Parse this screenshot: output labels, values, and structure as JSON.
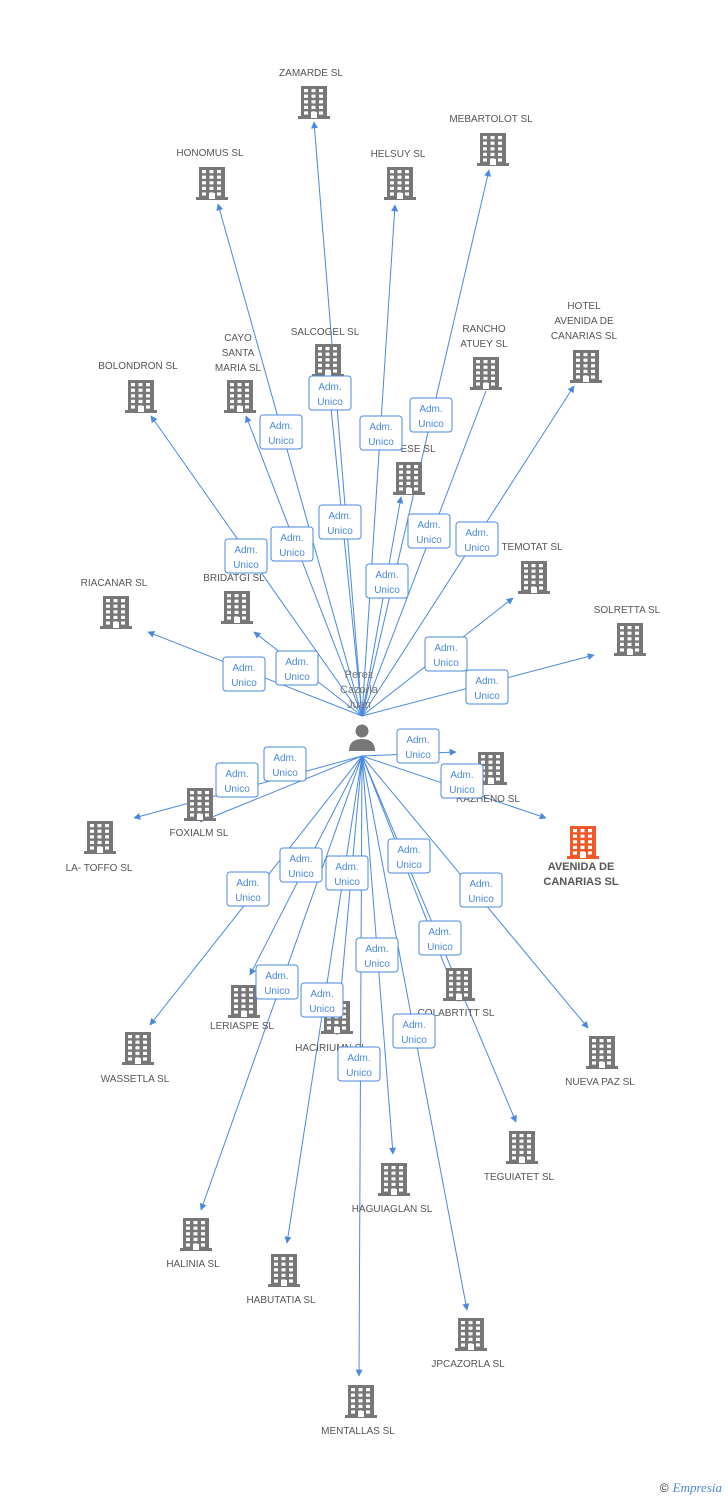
{
  "center": {
    "lines": [
      "Perez",
      "Cazorla",
      "Juan"
    ]
  },
  "relation": {
    "line1": "Adm.",
    "line2": "Unico"
  },
  "colors": {
    "edge": "#4a89dc",
    "building": "#777777",
    "highlight": "#f05a28"
  },
  "companies": [
    {
      "lines": [
        "ZAMARDE SL"
      ]
    },
    {
      "lines": [
        "MEBARTOLOT SL"
      ]
    },
    {
      "lines": [
        "HONOMUS SL"
      ]
    },
    {
      "lines": [
        "HELSUY SL"
      ]
    },
    {
      "lines": [
        "HOTEL",
        "AVENIDA DE",
        "CANARIAS SL"
      ]
    },
    {
      "lines": [
        "SALCOGEL SL"
      ]
    },
    {
      "lines": [
        "RANCHO",
        "ATUEY SL"
      ]
    },
    {
      "lines": [
        "CAYO",
        "SANTA",
        "MARIA SL"
      ]
    },
    {
      "lines": [
        "BOLONDRON SL"
      ]
    },
    {
      "lines": [
        "ESE SL"
      ]
    },
    {
      "lines": [
        "TEMOTAT SL"
      ]
    },
    {
      "lines": [
        "RIACANAR SL"
      ]
    },
    {
      "lines": [
        "BRIDATGI SL"
      ]
    },
    {
      "lines": [
        "SOLRETTA SL"
      ]
    },
    {
      "lines": [
        "RAZHENO SL"
      ]
    },
    {
      "lines": [
        "AVENIDA DE",
        "CANARIAS SL"
      ],
      "highlight": true
    },
    {
      "lines": [
        "FOXIALM SL"
      ]
    },
    {
      "lines": [
        "LA- TOFFO SL"
      ]
    },
    {
      "lines": [
        "LERIASPE SL"
      ]
    },
    {
      "lines": [
        "COLABRTITT SL"
      ]
    },
    {
      "lines": [
        "HACIRIUMN SL"
      ]
    },
    {
      "lines": [
        "WASSETLA SL"
      ]
    },
    {
      "lines": [
        "NUEVA PAZ SL"
      ]
    },
    {
      "lines": [
        "TEGUIATET SL"
      ]
    },
    {
      "lines": [
        "HAGUIAGLAN SL"
      ]
    },
    {
      "lines": [
        "HALINIA SL"
      ]
    },
    {
      "lines": [
        "HABUTATIA SL"
      ]
    },
    {
      "lines": [
        "JPCAZORLA SL"
      ]
    },
    {
      "lines": [
        "MENTALLAS SL"
      ]
    }
  ],
  "footer": {
    "copyright": "©",
    "brand": "Empresia"
  }
}
